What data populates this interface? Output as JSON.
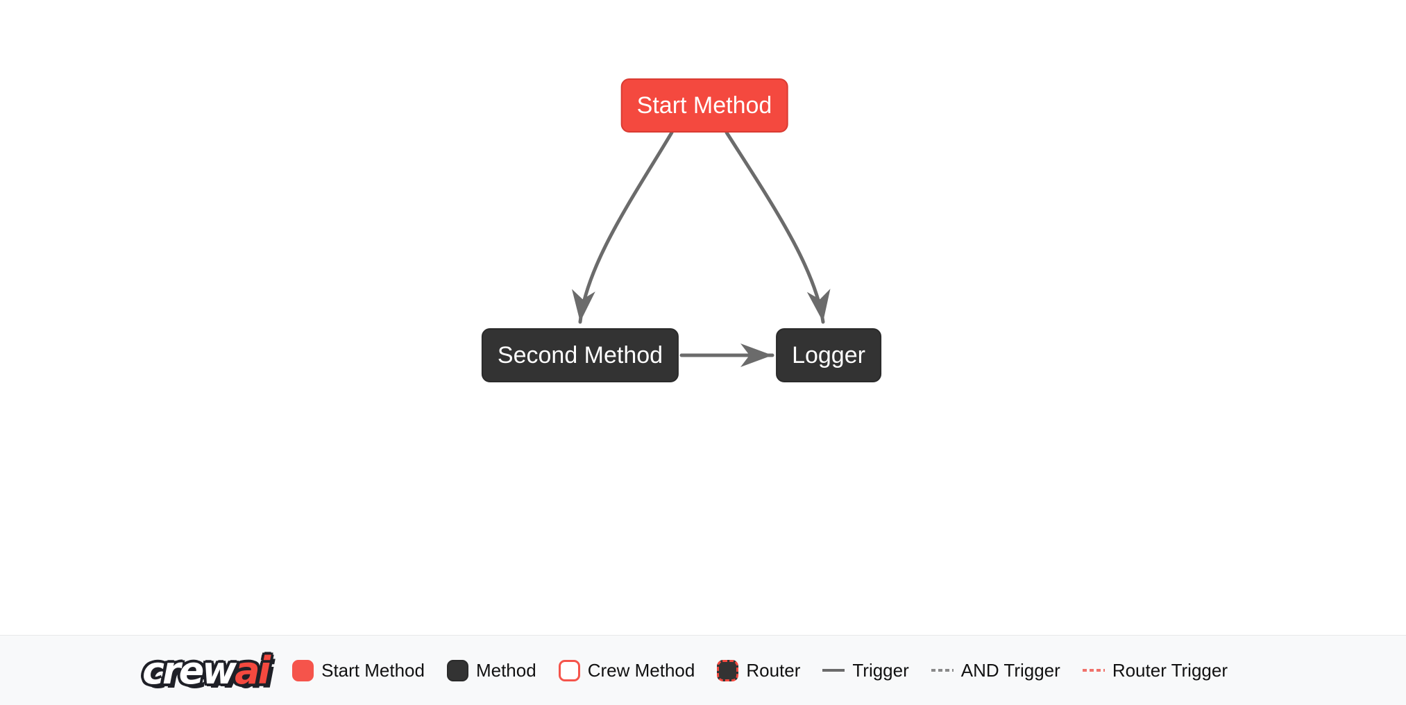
{
  "diagram": {
    "nodes": [
      {
        "label": "Start Method",
        "type": "start-method"
      },
      {
        "label": "Second Method",
        "type": "method"
      },
      {
        "label": "Logger",
        "type": "method"
      }
    ],
    "edges": [
      {
        "from": "Start Method",
        "to": "Second Method",
        "type": "trigger"
      },
      {
        "from": "Start Method",
        "to": "Logger",
        "type": "trigger"
      },
      {
        "from": "Second Method",
        "to": "Logger",
        "type": "trigger"
      }
    ]
  },
  "legend": {
    "logo_text_primary": "crew",
    "logo_text_accent": "ai",
    "items": [
      {
        "label": "Start Method",
        "swatch": "start-method-swatch"
      },
      {
        "label": "Method",
        "swatch": "method-swatch"
      },
      {
        "label": "Crew Method",
        "swatch": "crew-method-swatch"
      },
      {
        "label": "Router",
        "swatch": "router-swatch"
      },
      {
        "label": "Trigger",
        "swatch": "trigger-line"
      },
      {
        "label": "AND Trigger",
        "swatch": "and-trigger-line"
      },
      {
        "label": "Router Trigger",
        "swatch": "router-trigger-line"
      }
    ]
  },
  "colors": {
    "start_node_fill": "#F4493F",
    "start_node_border": "#D93B32",
    "method_node_fill": "#333333",
    "method_node_border": "#2A2A2A",
    "node_text": "#FFFFFF",
    "edge": "#6B6B6B",
    "and_trigger_dash": "#8A8A8A",
    "router_trigger_dash": "#F0726B",
    "legend_background": "#F8F9FA",
    "legend_border_top": "#E7E8EA",
    "legend_text": "#111111",
    "logo_accent": "#F4493F",
    "logo_outline": "#1F2027"
  }
}
